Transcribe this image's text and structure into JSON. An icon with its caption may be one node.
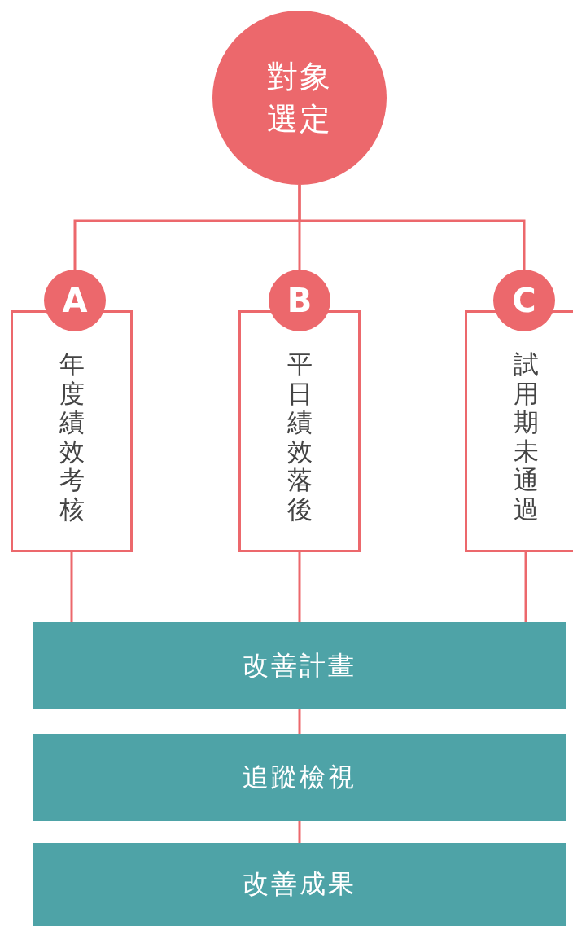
{
  "diagram": {
    "nodes": [
      {
        "text": [
          "對象選定"
        ]
      },
      {
        "text": [
          "A"
        ]
      },
      {
        "text": [
          "年度績效考核"
        ]
      },
      {
        "text": [
          "B"
        ]
      },
      {
        "text": [
          "平日績效落後"
        ]
      },
      {
        "text": [
          "C"
        ]
      },
      {
        "text": [
          "試用期未通過"
        ]
      },
      {
        "text": [
          "改善計畫"
        ]
      },
      {
        "text": [
          "追蹤檢視"
        ]
      },
      {
        "text": [
          "改善成果"
        ]
      }
    ],
    "edges": [
      {
        "from": 0,
        "to": 1,
        "arrow": "none"
      },
      {
        "from": 0,
        "to": 3,
        "arrow": "none"
      },
      {
        "from": 0,
        "to": 5,
        "arrow": "none"
      },
      {
        "from": 2,
        "to": 7,
        "arrow": "none"
      },
      {
        "from": 4,
        "to": 7,
        "arrow": "none"
      },
      {
        "from": 6,
        "to": 7,
        "arrow": "none"
      },
      {
        "from": 7,
        "to": 8,
        "arrow": "none"
      },
      {
        "from": 8,
        "to": 9,
        "arrow": "none"
      }
    ]
  }
}
